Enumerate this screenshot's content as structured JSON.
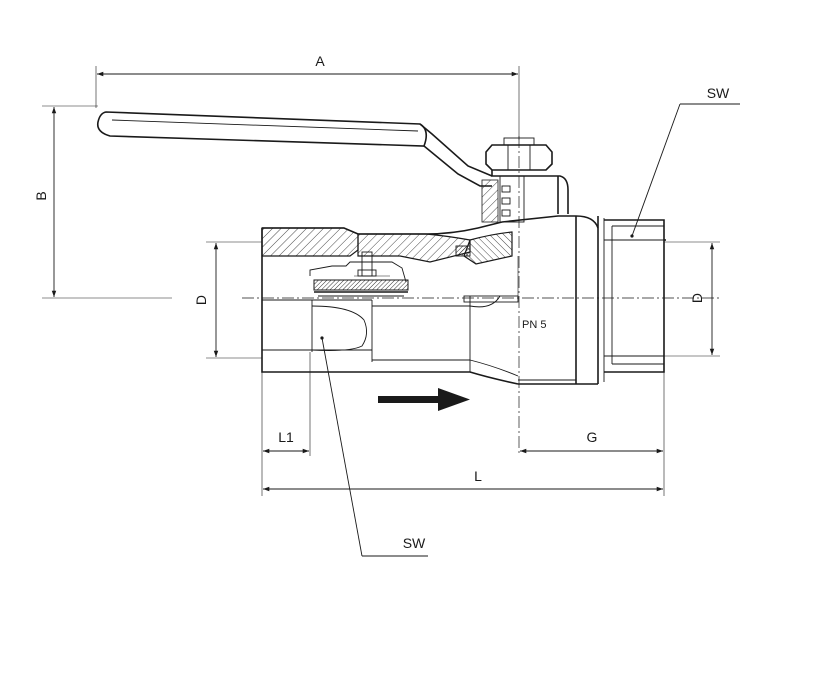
{
  "labels": {
    "a": "A",
    "b": "B",
    "d_left": "D",
    "d_right": "D",
    "sw_top": "SW",
    "sw_bottom": "SW",
    "l1": "L1",
    "l": "L",
    "g": "G",
    "pressure": "PN 5"
  },
  "colors": {
    "line": "#1a1a1a",
    "background": "#ffffff",
    "flow_arrow": "#1a1a1a"
  }
}
